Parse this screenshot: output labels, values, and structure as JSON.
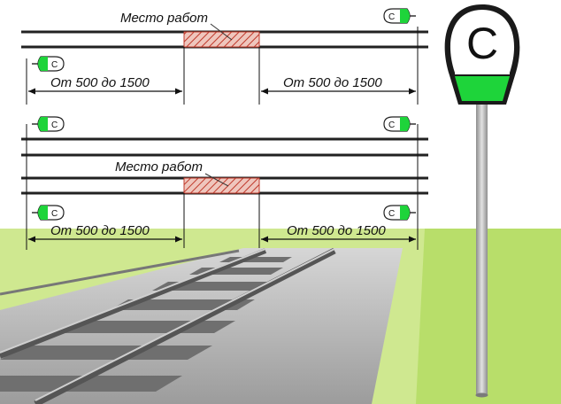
{
  "work_site_label": "Место работ",
  "distance_label": "От 500 до 1500",
  "signal_letter": "С",
  "colors": {
    "signal_green": "#1ed43a",
    "hatch_red": "#c0392b",
    "work_fill": "#e8b0a6",
    "grass": "#c9e88a",
    "rail": "#222222",
    "pole": "#a5a5a5"
  },
  "icons": [
    "signal-c-sign-icon",
    "dimension-arrow-icon",
    "hatched-work-zone-icon"
  ]
}
